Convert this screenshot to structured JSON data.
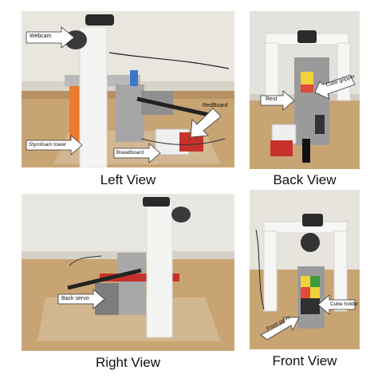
{
  "panels": {
    "left": {
      "caption": "Left View",
      "labels": {
        "webcam": "Webcam",
        "redboard": "RedBoard",
        "tower": "Styrofoam tower",
        "breadboard": "Breadboard"
      }
    },
    "back": {
      "caption": "Back View",
      "labels": {
        "rest": "Rest",
        "gripper": "Cube gripper"
      }
    },
    "right": {
      "caption": "Right View",
      "labels": {
        "servo": "Back servo"
      }
    },
    "front": {
      "caption": "Front View",
      "labels": {
        "servo": "Front servo",
        "holder": "Cube holder"
      }
    }
  },
  "colors": {
    "wall": "#e9e6df",
    "table": "#c9a473",
    "foam": "#f4f4f2",
    "board_red": "#c7312b",
    "frame_grey": "#9a9a9a"
  }
}
